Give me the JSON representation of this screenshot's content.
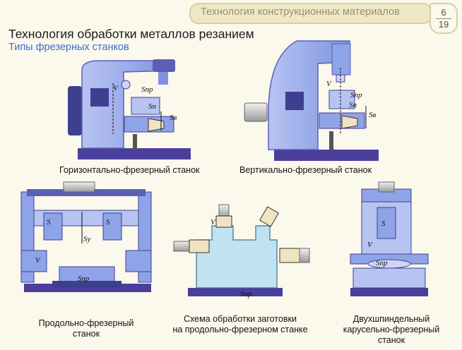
{
  "header": {
    "banner": "Технология конструкционных материалов",
    "page_top": "6",
    "page_bottom": "19"
  },
  "title": "Технология обработки металлов резанием",
  "subtitle": "Типы фрезерных станков",
  "figures": [
    {
      "caption": "Горизонтально-фрезерный станок"
    },
    {
      "caption": "Вертикально-фрезерный станок"
    },
    {
      "caption_line1": "Продольно-фрезерный",
      "caption_line2": "станок"
    },
    {
      "caption_line1": "Схема обработки заготовки",
      "caption_line2": "на продольно-фрезерном станке"
    },
    {
      "caption_line1": "Двухшпиндельный",
      "caption_line2": "карусельно-фрезерный",
      "caption_line3": "станок"
    }
  ],
  "labels": {
    "feed_pr": "Sпр",
    "feed_p": "Sп",
    "feed_v": "Sв",
    "feed_y": "Sy",
    "feed_s": "S",
    "cut_v": "V"
  },
  "colors": {
    "body": "#8fa3e8",
    "body_dark": "#5a5fb8",
    "base": "#4a3f9a",
    "table": "#3f3f8f",
    "accent": "#3d6bc8",
    "text": "#111111"
  }
}
